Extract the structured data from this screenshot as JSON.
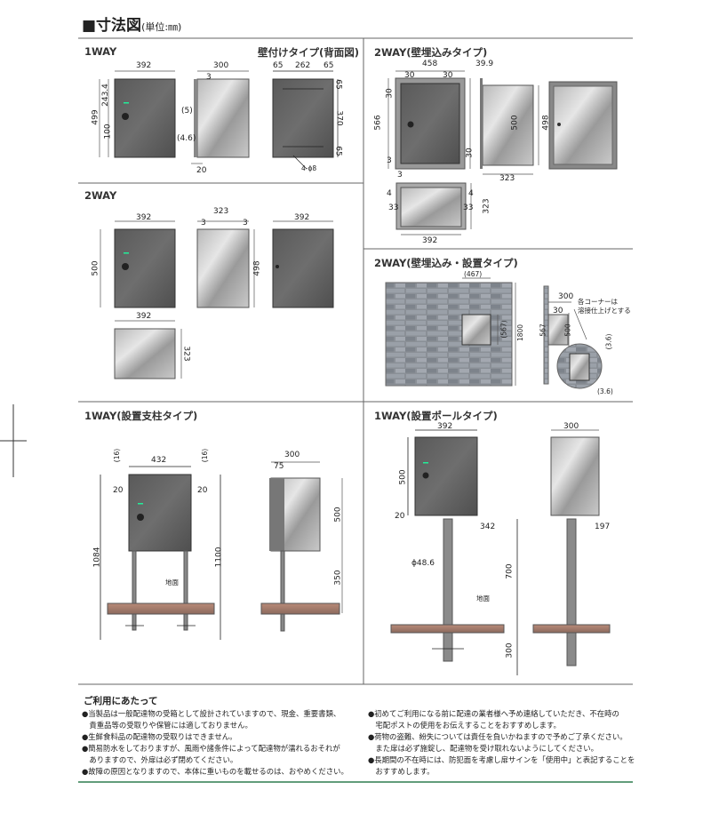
{
  "title": "■寸法図",
  "unit": "(単位:㎜)",
  "sections": {
    "w1": "1WAY",
    "w1_wall": "壁付けタイプ(背面図)",
    "w2": "2WAY",
    "w2_embed": "2WAY(壁埋込みタイプ)",
    "w2_embed_set": "2WAY(壁埋込み・設置タイプ)",
    "w1_post": "1WAY(設置支柱タイプ)",
    "w1_pole": "1WAY(設置ポールタイプ)"
  },
  "dims": {
    "d392a": "392",
    "d300a": "300",
    "d3a": "3",
    "d499": "499",
    "d2434": "243.4",
    "d100": "100",
    "d5": "(5)",
    "d46": "(4.6)",
    "d20a": "20",
    "d65a": "65",
    "d262": "262",
    "d65b": "65",
    "d65c": "65",
    "d370": "370",
    "d65d": "65",
    "d48": "4-ϕ8",
    "d458": "458",
    "d399": "39.9",
    "d30a": "30",
    "d30b": "30",
    "d30c": "30",
    "d566": "566",
    "d500a": "500",
    "d498a": "498",
    "d30d": "30",
    "d3b": "3",
    "d3c": "3",
    "d323a": "323",
    "d4a": "4",
    "d4b": "4",
    "d33a": "33",
    "d33b": "33",
    "d323b": "323",
    "d392b": "392",
    "d392c": "392",
    "d500b": "500",
    "d323c": "323",
    "d3d": "3",
    "d3e": "3",
    "d498b": "498",
    "d392d": "392",
    "d392e": "392",
    "d323d": "323",
    "d467": "(467)",
    "d567": "(567)",
    "d1800": "1800",
    "d300b": "300",
    "d30e": "30",
    "d567b": "567",
    "d500c": "500",
    "d36a": "(3.6)",
    "d36b": "(3.6)",
    "corner": "各コーナーは",
    "corner2": "溶接仕上げとする",
    "d16a": "(16)",
    "d16b": "(16)",
    "d432": "432",
    "d20b": "20",
    "d20c": "20",
    "d1084": "1084",
    "d1100": "1100",
    "ground1": "地面",
    "d300c": "300",
    "d75": "75",
    "d500d": "500",
    "d350": "350",
    "d392f": "392",
    "d500e": "500",
    "d20d": "20",
    "d342": "342",
    "d486": "ϕ48.6",
    "d700": "700",
    "ground2": "地面",
    "d300d": "300",
    "d300e": "300",
    "d197": "197"
  },
  "notes": {
    "title": "ご利用にあたって",
    "left": [
      "●当製品は一般配達物の受箱として設計されていますので、現金、重要書類、",
      "　貴重品等の受取りや保管には適しておりません。",
      "●生鮮食料品の配達物の受取りはできません。",
      "●簡易防水をしておりますが、風雨や諸条件によって配達物が濡れるおそれが",
      "　ありますので、外扉は必ず閉めてください。",
      "●故障の原因となりますので、本体に重いものを載せるのは、おやめください。"
    ],
    "right": [
      "●初めてご利用になる前に配達の業者様へ予め連絡していただき、不在時の",
      "　宅配ポストの使用をお伝えすることをおすすめします。",
      "●荷物の盗難、紛失については責任を負いかねますので予めご了承ください。",
      "　また扉は必ず施錠し、配達物を受け取れないようにしてください。",
      "●長期間の不在時には、防犯面を考慮し扉サインを「使用中」と表記することを",
      "　おすすめします。"
    ]
  }
}
